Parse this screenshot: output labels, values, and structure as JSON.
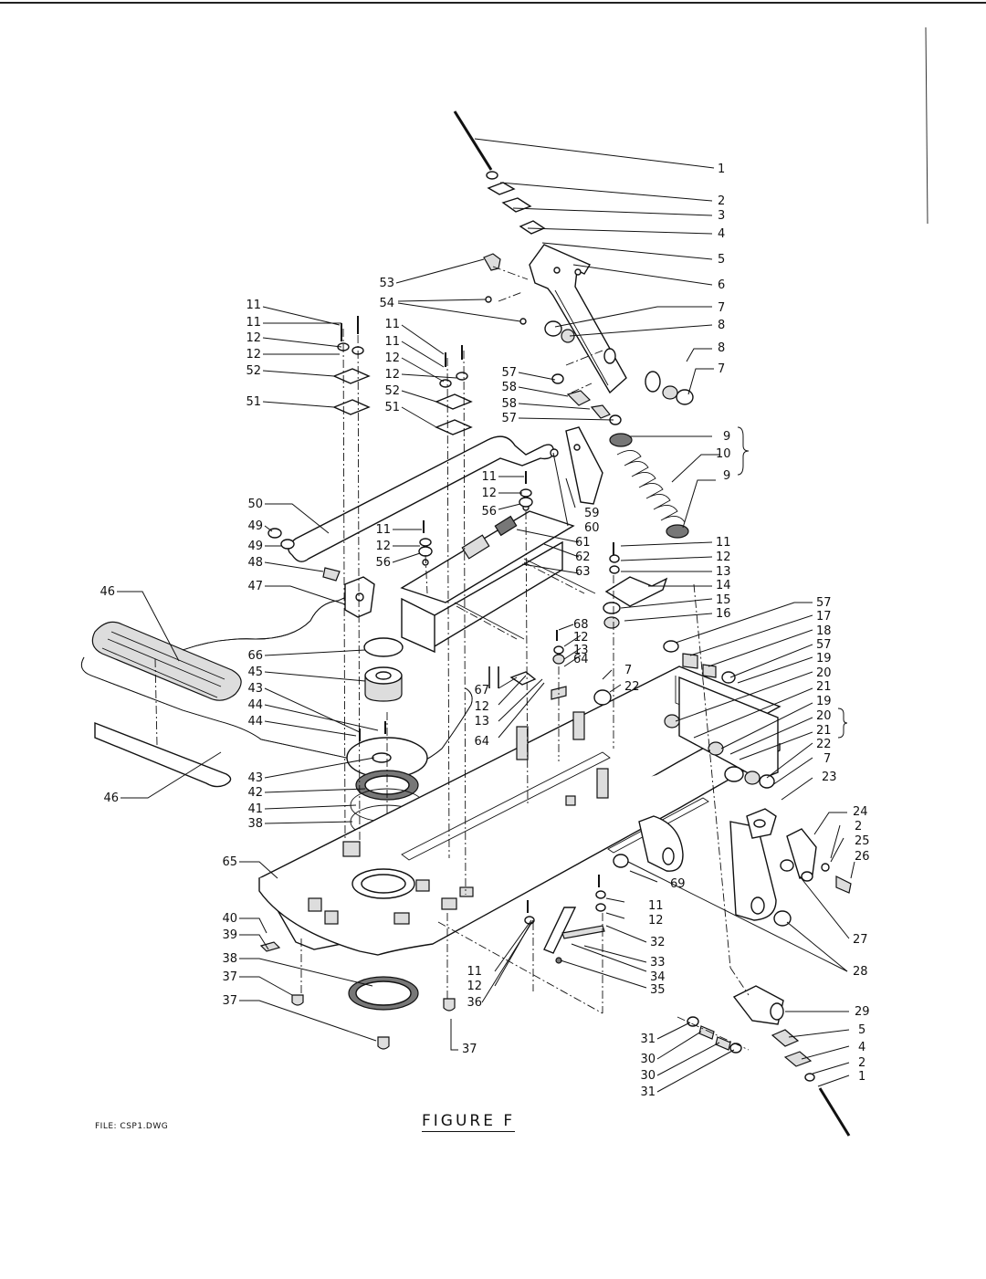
{
  "diagram": {
    "file_note": "FILE: CSP1.DWG",
    "title": "FIGURE F",
    "callouts_right": [
      "1",
      "2",
      "3",
      "4",
      "5",
      "6",
      "7",
      "8",
      "8",
      "7",
      "9",
      "10",
      "9",
      "11",
      "12",
      "13",
      "14",
      "15",
      "16",
      "57",
      "17",
      "18",
      "57",
      "19",
      "20",
      "21",
      "19",
      "20",
      "21",
      "22",
      "7",
      "23",
      "24",
      "2",
      "25",
      "26",
      "27",
      "28",
      "29",
      "5",
      "4",
      "2",
      "1"
    ],
    "callouts_left": [
      "53",
      "54",
      "11",
      "11",
      "12",
      "12",
      "52",
      "51",
      "11",
      "11",
      "12",
      "12",
      "52",
      "51",
      "57",
      "58",
      "58",
      "57",
      "11",
      "12",
      "56",
      "11",
      "12",
      "56",
      "50",
      "49",
      "49",
      "48",
      "47",
      "46",
      "46",
      "66",
      "45",
      "43",
      "44",
      "44",
      "43",
      "42",
      "41",
      "38",
      "65",
      "40",
      "39",
      "38",
      "37",
      "37"
    ],
    "callouts_middle": [
      "59",
      "60",
      "61",
      "62",
      "63",
      "68",
      "12",
      "13",
      "64",
      "7",
      "22",
      "67",
      "12",
      "13",
      "64",
      "69",
      "11",
      "12",
      "32",
      "33",
      "34",
      "35",
      "11",
      "12",
      "36",
      "37",
      "31",
      "30",
      "30",
      "31"
    ]
  }
}
